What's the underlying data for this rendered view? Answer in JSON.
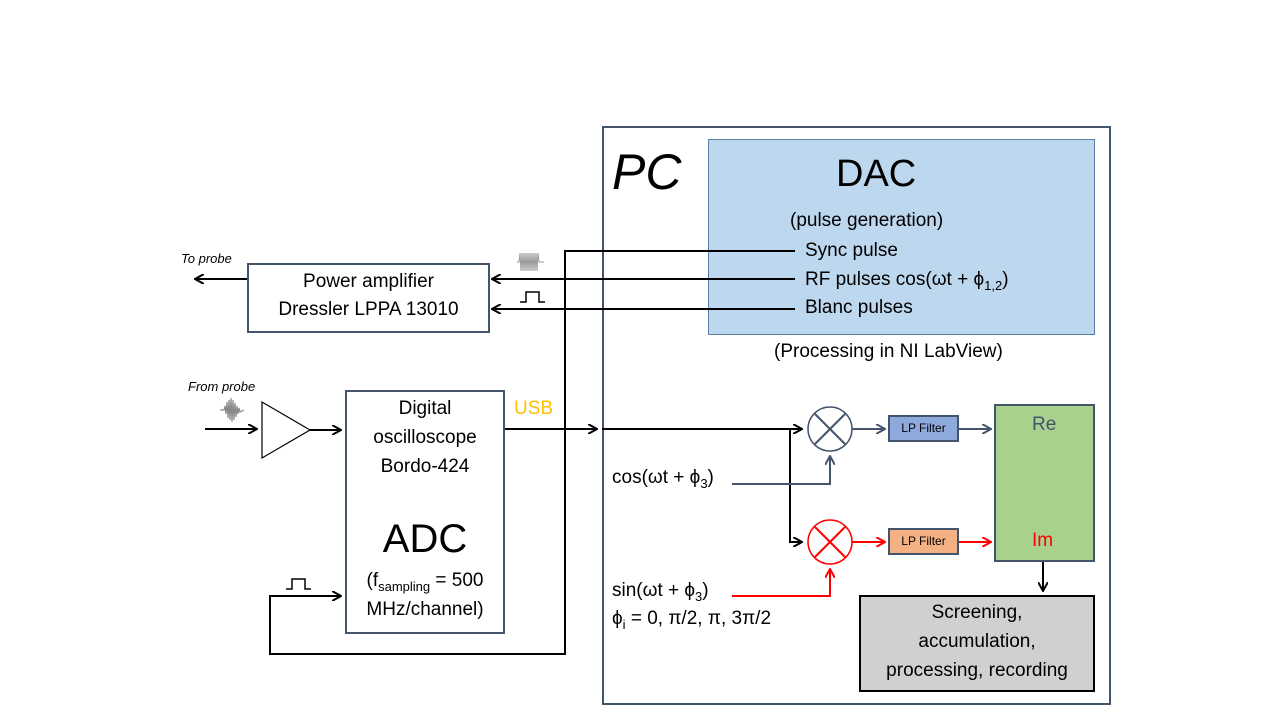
{
  "pc_label": "PC",
  "dac": {
    "title": "DAC",
    "subtitle": "(pulse generation)",
    "signals": {
      "sync": "Sync pulse",
      "rf_prefix": "RF pulses cos(ωt + ϕ",
      "rf_sub": "1,2",
      "rf_suffix": ")",
      "blanc": "Blanc pulses"
    },
    "caption": "(Processing in NI LabView)"
  },
  "amplifier": {
    "line1": "Power amplifier",
    "line2": "Dressler LPPA 13010",
    "to_probe": "To probe"
  },
  "oscilloscope": {
    "line1": "Digital",
    "line2": "oscilloscope",
    "line3": "Bordo-424",
    "adc": "ADC",
    "spec_prefix": "(f",
    "spec_sub": "sampling",
    "spec_suffix": " = 500",
    "spec_line2": "MHz/channel)"
  },
  "from_probe": "From probe",
  "usb_label": "USB",
  "cos_ref_prefix": "cos(ωt + ϕ",
  "cos_ref_sub": "3",
  "cos_ref_suffix": ")",
  "sin_ref_prefix": "sin(ωt + ϕ",
  "sin_ref_sub": "3",
  "sin_ref_suffix": ")",
  "phase_prefix": "ϕ",
  "phase_sub": "i",
  "phase_suffix": " = 0, π/2, π, 3π/2",
  "lp_filter_1": "LP Filter",
  "lp_filter_2": "LP Filter",
  "re_label": "Re",
  "im_label": "Im",
  "screening": {
    "line1": "Screening,",
    "line2": "accumulation,",
    "line3": "processing, recording"
  },
  "colors": {
    "frame": "#44546a",
    "dac_fill": "#bdd7ee",
    "usb": "#ffc000",
    "red": "#ff0000",
    "re_im_fill": "#a9d18e",
    "lp1_fill": "#8ea9db",
    "lp2_fill": "#f4b183",
    "screen_fill": "#d0d0d0"
  }
}
